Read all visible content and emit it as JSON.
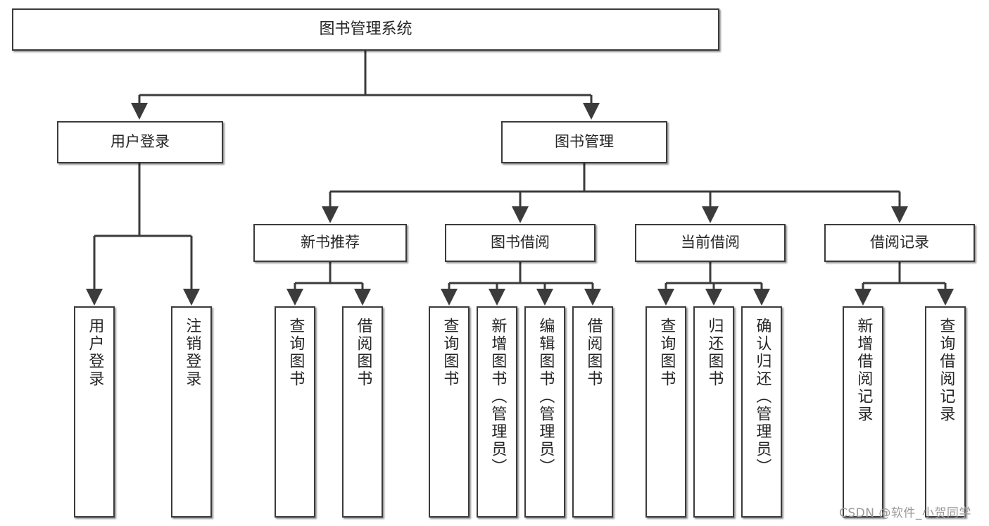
{
  "diagram": {
    "type": "tree-hierarchy-flowchart",
    "title": "图书管理系统",
    "orientation": "top-down",
    "colors": {
      "node_border": "#3b3b3b",
      "node_fill": "#ffffff",
      "edge": "#3b3b3b",
      "text": "#262626",
      "watermark": "#9a9a9a",
      "background": "#ffffff"
    },
    "levels": {
      "root": "图书管理系统",
      "level1": [
        "用户登录",
        "图书管理"
      ],
      "level2": [
        "新书推荐",
        "图书借阅",
        "当前借阅",
        "借阅记录"
      ]
    },
    "nodes": {
      "root": {
        "id": "n-root",
        "label": "图书管理系统",
        "orientation": "horizontal"
      },
      "user_login": {
        "id": "n-user-login",
        "label": "用户登录",
        "orientation": "horizontal"
      },
      "book_manage": {
        "id": "n-book-manage",
        "label": "图书管理",
        "orientation": "horizontal"
      },
      "new_book_rec": {
        "id": "n-new-book-rec",
        "label": "新书推荐",
        "orientation": "horizontal"
      },
      "book_borrow": {
        "id": "n-book-borrow",
        "label": "图书借阅",
        "orientation": "horizontal"
      },
      "current_borrow": {
        "id": "n-current-borrow",
        "label": "当前借阅",
        "orientation": "horizontal"
      },
      "borrow_record": {
        "id": "n-borrow-record",
        "label": "借阅记录",
        "orientation": "horizontal"
      },
      "leaf_user_login": {
        "id": "n-leaf-1",
        "label": "用户登录",
        "orientation": "vertical"
      },
      "leaf_logout": {
        "id": "n-leaf-2",
        "label": "注销登录",
        "orientation": "vertical"
      },
      "leaf_query_book_a": {
        "id": "n-leaf-3",
        "label": "查询图书",
        "orientation": "vertical"
      },
      "leaf_borrow_book_a": {
        "id": "n-leaf-4",
        "label": "借阅图书",
        "orientation": "vertical"
      },
      "leaf_query_book_b": {
        "id": "n-leaf-5",
        "label": "查询图书",
        "orientation": "vertical"
      },
      "leaf_add_book": {
        "id": "n-leaf-6",
        "label": "新增图书（管理员）",
        "orientation": "vertical"
      },
      "leaf_edit_book": {
        "id": "n-leaf-7",
        "label": "编辑图书（管理员）",
        "orientation": "vertical"
      },
      "leaf_borrow_book_b": {
        "id": "n-leaf-8",
        "label": "借阅图书",
        "orientation": "vertical"
      },
      "leaf_query_book_c": {
        "id": "n-leaf-9",
        "label": "查询图书",
        "orientation": "vertical"
      },
      "leaf_return_book": {
        "id": "n-leaf-10",
        "label": "归还图书",
        "orientation": "vertical"
      },
      "leaf_confirm_return": {
        "id": "n-leaf-11",
        "label": "确认归还（管理员）",
        "orientation": "vertical"
      },
      "leaf_add_record": {
        "id": "n-leaf-12",
        "label": "新增借阅记录",
        "orientation": "vertical"
      },
      "leaf_query_record": {
        "id": "n-leaf-13",
        "label": "查询借阅记录",
        "orientation": "vertical"
      }
    },
    "edges": [
      {
        "from": "图书管理系统",
        "to": "用户登录"
      },
      {
        "from": "图书管理系统",
        "to": "图书管理"
      },
      {
        "from": "用户登录",
        "to": "用户登录"
      },
      {
        "from": "用户登录",
        "to": "注销登录"
      },
      {
        "from": "图书管理",
        "to": "新书推荐"
      },
      {
        "from": "图书管理",
        "to": "图书借阅"
      },
      {
        "from": "图书管理",
        "to": "当前借阅"
      },
      {
        "from": "图书管理",
        "to": "借阅记录"
      },
      {
        "from": "新书推荐",
        "to": "查询图书"
      },
      {
        "from": "新书推荐",
        "to": "借阅图书"
      },
      {
        "from": "图书借阅",
        "to": "查询图书"
      },
      {
        "from": "图书借阅",
        "to": "新增图书（管理员）"
      },
      {
        "from": "图书借阅",
        "to": "编辑图书（管理员）"
      },
      {
        "from": "图书借阅",
        "to": "借阅图书"
      },
      {
        "from": "当前借阅",
        "to": "查询图书"
      },
      {
        "from": "当前借阅",
        "to": "归还图书"
      },
      {
        "from": "当前借阅",
        "to": "确认归还（管理员）"
      },
      {
        "from": "借阅记录",
        "to": "新增借阅记录"
      },
      {
        "from": "借阅记录",
        "to": "查询借阅记录"
      }
    ]
  },
  "watermark": {
    "text": "CSDN @软件_小贺同学"
  }
}
